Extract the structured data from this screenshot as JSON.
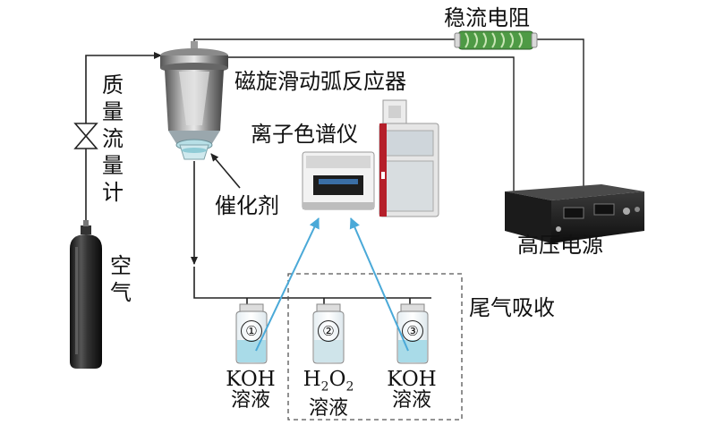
{
  "labels": {
    "ballast_resistor": "稳流电阻",
    "reactor": "磁旋滑动弧反应器",
    "ion_chromatograph": "离子色谱仪",
    "mass_flow_meter": "质量流量计",
    "catalyst": "催化剂",
    "power_supply": "高压电源",
    "air": "空气",
    "tail_gas": "尾气吸收"
  },
  "bottles": [
    {
      "number": "①",
      "top": "KOH",
      "bottom": "溶液"
    },
    {
      "number": "②",
      "top_main": "H",
      "sub1": "2",
      "top_mid": "O",
      "sub2": "2",
      "bottom": "溶液"
    },
    {
      "number": "③",
      "top": "KOH",
      "bottom": "溶液"
    }
  ],
  "colors": {
    "line": "#222222",
    "arrow_blue": "#4aa9d8",
    "liquid": "#a9dbe8",
    "resistor": "#4e9a45",
    "dashed_box": "#555555"
  }
}
